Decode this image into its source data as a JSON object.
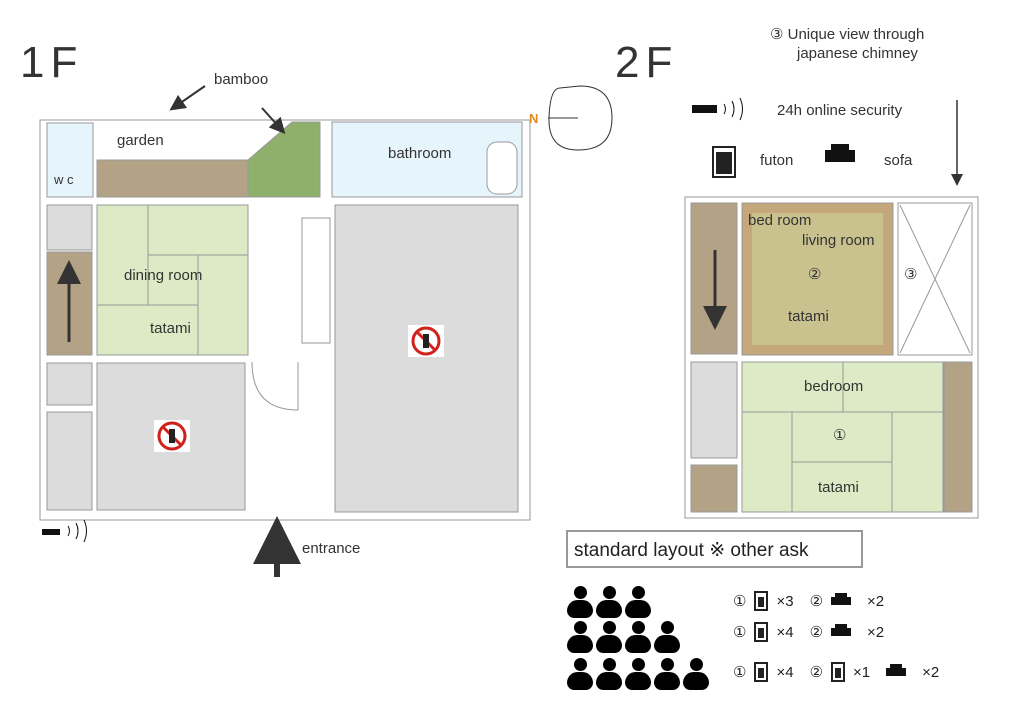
{
  "floor1": {
    "title": "1F",
    "bamboo": "bamboo",
    "garden": "garden",
    "wc": "w c",
    "bathroom": "bathroom",
    "dining": "dining room",
    "tatami": "tatami",
    "entrance": "entrance",
    "north": "N"
  },
  "floor2": {
    "title": "2F",
    "note_line1": "③ Unique view through",
    "note_line2": "japanese chimney",
    "security": "24h online security",
    "futon": "futon",
    "sofa": "sofa",
    "bed_room": "bed room",
    "living_room": "living room",
    "mark2": "②",
    "tatami_upper": "tatami",
    "mark3": "③",
    "bedroom": "bedroom",
    "mark1": "①",
    "tatami_lower": "tatami"
  },
  "legend": {
    "title": "standard layout  ※ other ask",
    "rows": [
      {
        "people": 3,
        "a": "①",
        "a_count": "×3",
        "b": "②",
        "b_count": "×2"
      },
      {
        "people": 4,
        "a": "①",
        "a_count": "×4",
        "b": "②",
        "b_count": "×2"
      },
      {
        "people": 5,
        "a": "①",
        "a_count": "×4",
        "b": "②",
        "b_count": "×1",
        "c_count": "×2"
      }
    ]
  },
  "colors": {
    "tatami": "#dcebc5",
    "wood": "#b3a285",
    "grey": "#dcdcdc",
    "water": "#e6f4fb",
    "bamboo": "#8fb06a",
    "olive": "#c9c28f",
    "north": "#e08a1e"
  }
}
